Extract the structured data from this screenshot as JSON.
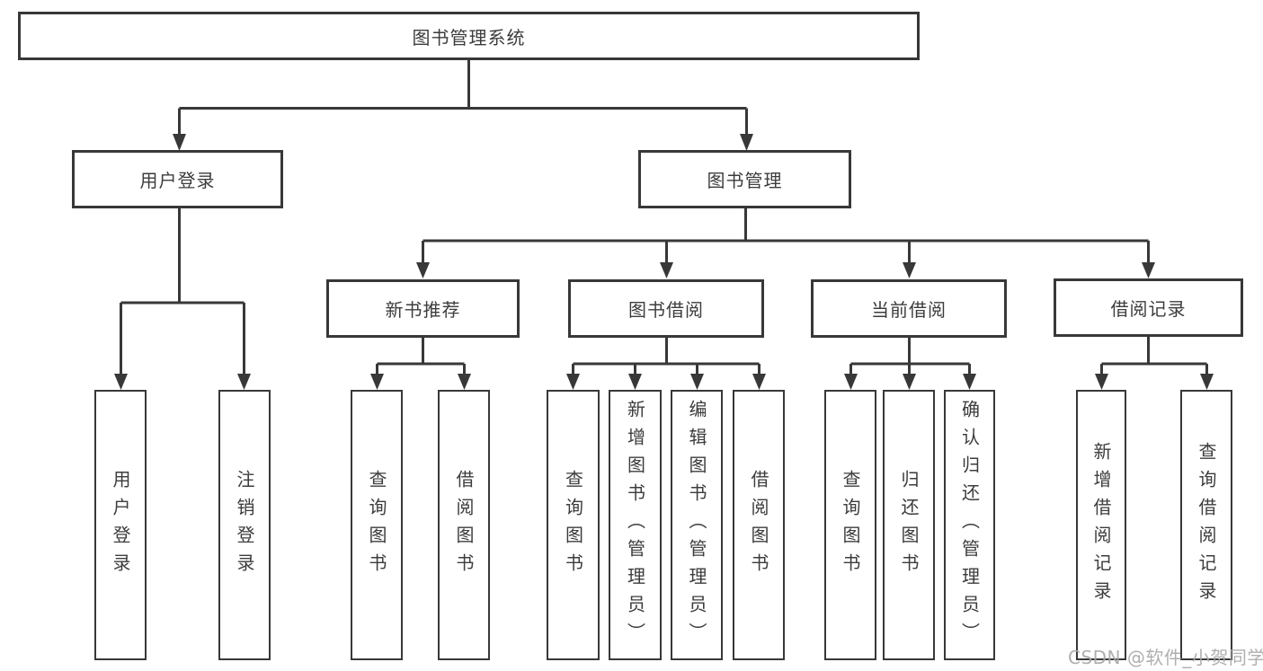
{
  "diagram": {
    "root": {
      "label": "图书管理系统"
    },
    "level2": [
      {
        "label": "用户登录",
        "leaves": [
          {
            "label": "用户登录"
          },
          {
            "label": "注销登录"
          }
        ]
      },
      {
        "label": "图书管理",
        "groups": [
          {
            "label": "新书推荐",
            "leaves": [
              {
                "label": "查询图书"
              },
              {
                "label": "借阅图书"
              }
            ]
          },
          {
            "label": "图书借阅",
            "leaves": [
              {
                "label": "查询图书"
              },
              {
                "label": "新增图书（管理员）"
              },
              {
                "label": "编辑图书（管理员）"
              },
              {
                "label": "借阅图书"
              }
            ]
          },
          {
            "label": "当前借阅",
            "leaves": [
              {
                "label": "查询图书"
              },
              {
                "label": "归还图书"
              },
              {
                "label": "确认归还（管理员）"
              }
            ]
          },
          {
            "label": "借阅记录",
            "leaves": [
              {
                "label": "新增借阅记录"
              },
              {
                "label": "查询借阅记录"
              }
            ]
          }
        ]
      }
    ]
  },
  "watermark": {
    "text": "CSDN @软件_小贺同学"
  },
  "colors": {
    "line": "#383838",
    "box_border": "#383838",
    "text": "#3c3c3c",
    "box_bg": "#ffffff",
    "watermark": "#a8a8a8",
    "background": "#ffffff"
  }
}
